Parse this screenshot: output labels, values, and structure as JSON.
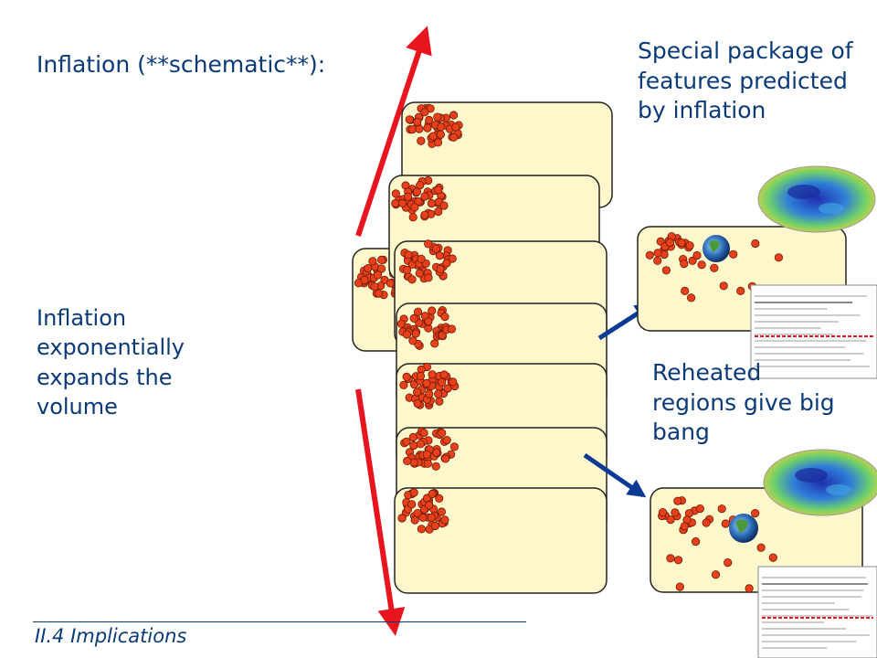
{
  "title": "Inflation (**schematic**):",
  "left_note": "Inflation exponentially expands the volume",
  "right_top": "Special package of features predicted by inflation",
  "right_mid": "Reheated regions give big bang",
  "footer": "II.4 Implications",
  "colors": {
    "text": "#0a3a78",
    "panel_fill": "#fff7cc",
    "dot_fill": "#e8401a",
    "dot_stroke": "#6b1a06",
    "red_arrow": "#e8141e",
    "blue_arrow": "#0a3a96"
  }
}
